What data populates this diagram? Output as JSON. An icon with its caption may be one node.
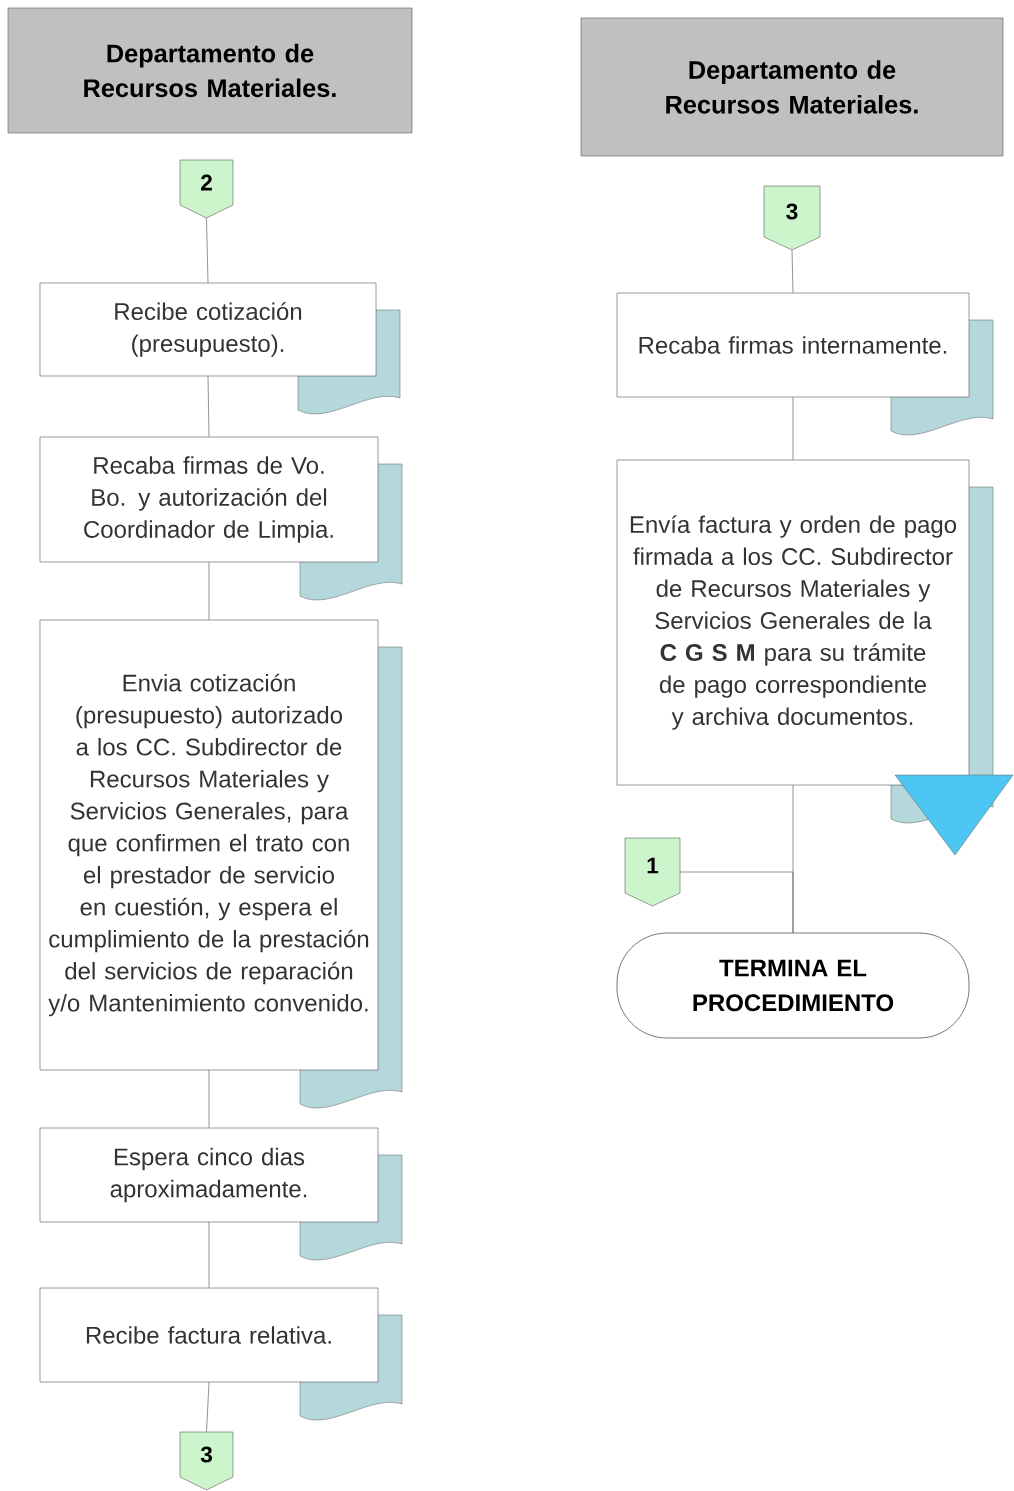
{
  "diagram": {
    "nodes": [
      {
        "text": [
          "Departamento de Recursos Materiales."
        ]
      },
      {
        "text": [
          "2"
        ]
      },
      {
        "text": [
          "Recibe cotización (presupuesto)."
        ]
      },
      {
        "text": [
          "Recaba firmas de Vo. Bo. y autorización del Coordinador de Limpia."
        ]
      },
      {
        "text": [
          "Envia cotización (presupuesto) autorizado a los CC. Subdirector de Recursos Materiales y Servicios Generales, para que confirmen el trato con el prestador de servicio en cuestión, y espera el cumplimiento de la prestación del servicios de reparación y/o Mantenimiento convenido."
        ]
      },
      {
        "text": [
          "Espera cinco dias aproximadamente."
        ]
      },
      {
        "text": [
          "Recibe factura relativa."
        ]
      },
      {
        "text": [
          "3"
        ]
      },
      {
        "text": [
          "Departamento de Recursos Materiales."
        ]
      },
      {
        "text": [
          "3"
        ]
      },
      {
        "text": [
          "Recaba firmas internamente."
        ]
      },
      {
        "text": [
          "Envía factura y orden de pago firmada a los CC. Subdirector de Recursos Materiales y Servicios Generales de la **C G S M** para su trámite de pago correspondiente y archiva documentos."
        ]
      },
      {
        "text": [
          "1"
        ]
      },
      {
        "text": [
          "TERMINA EL PROCEDIMIENTO"
        ]
      }
    ],
    "edges": [
      {
        "from": 1,
        "to": 2,
        "arrow": "none"
      },
      {
        "from": 2,
        "to": 3,
        "arrow": "none"
      },
      {
        "from": 3,
        "to": 4,
        "arrow": "none"
      },
      {
        "from": 4,
        "to": 5,
        "arrow": "none"
      },
      {
        "from": 5,
        "to": 6,
        "arrow": "none"
      },
      {
        "from": 6,
        "to": 7,
        "arrow": "none"
      },
      {
        "from": 9,
        "to": 10,
        "arrow": "none"
      },
      {
        "from": 10,
        "to": 11,
        "arrow": "none"
      },
      {
        "from": 11,
        "to": 13,
        "arrow": "none"
      },
      {
        "from": 12,
        "to": 13,
        "arrow": "none"
      }
    ]
  }
}
